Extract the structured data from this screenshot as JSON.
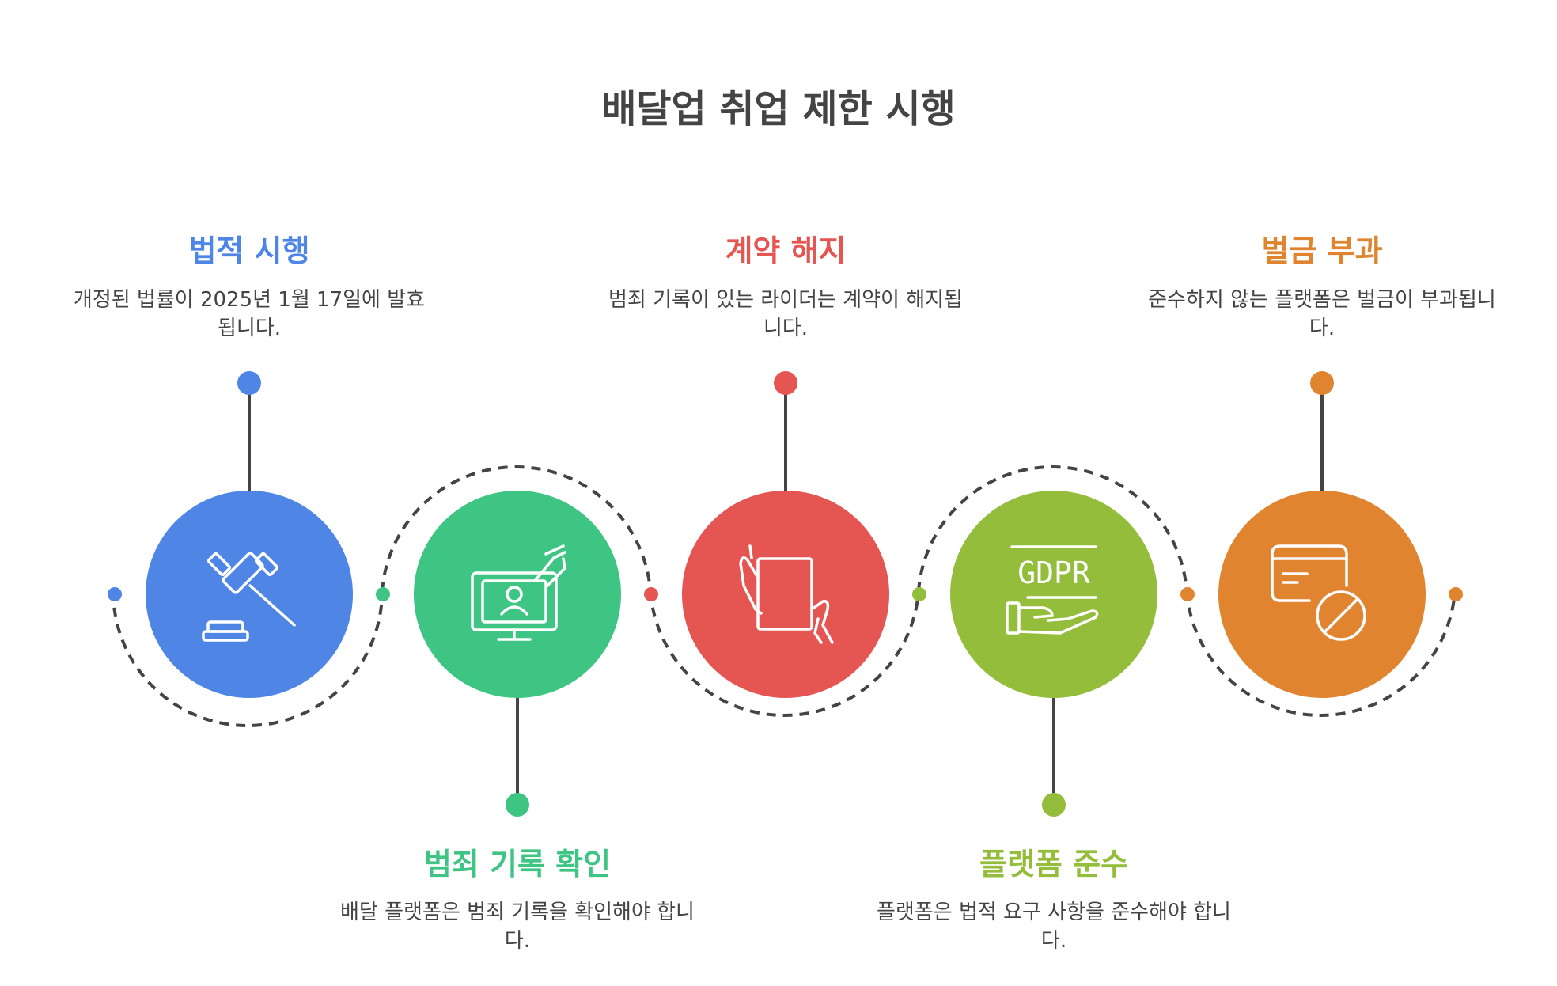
{
  "title": "배달업 취업 제한 시행",
  "steps": [
    {
      "heading": "법적 시행",
      "description": "개정된 법률이 2025년 1월 17일에 발효됩니다.",
      "color": "#4f86e6",
      "icon": "gavel-icon"
    },
    {
      "heading": "범죄 기록 확인",
      "description": "배달 플랫폼은 범죄 기록을 확인해야 합니다.",
      "color": "#3ec583",
      "icon": "computer-user-check-icon"
    },
    {
      "heading": "계약 해지",
      "description": "범죄 기록이 있는 라이더는 계약이 해지됩니다.",
      "color": "#e55552",
      "icon": "tearing-document-icon"
    },
    {
      "heading": "플랫폼 준수",
      "description": "플랫폼은 법적 요구 사항을 준수해야 합니다.",
      "color": "#93bd3b",
      "icon": "gdpr-hand-icon",
      "icon_text": "GDPR"
    },
    {
      "heading": "벌금 부과",
      "description": "준수하지 않는 플랫폼은 벌금이 부과됩니다.",
      "color": "#e08430",
      "icon": "blocked-card-icon"
    }
  ]
}
